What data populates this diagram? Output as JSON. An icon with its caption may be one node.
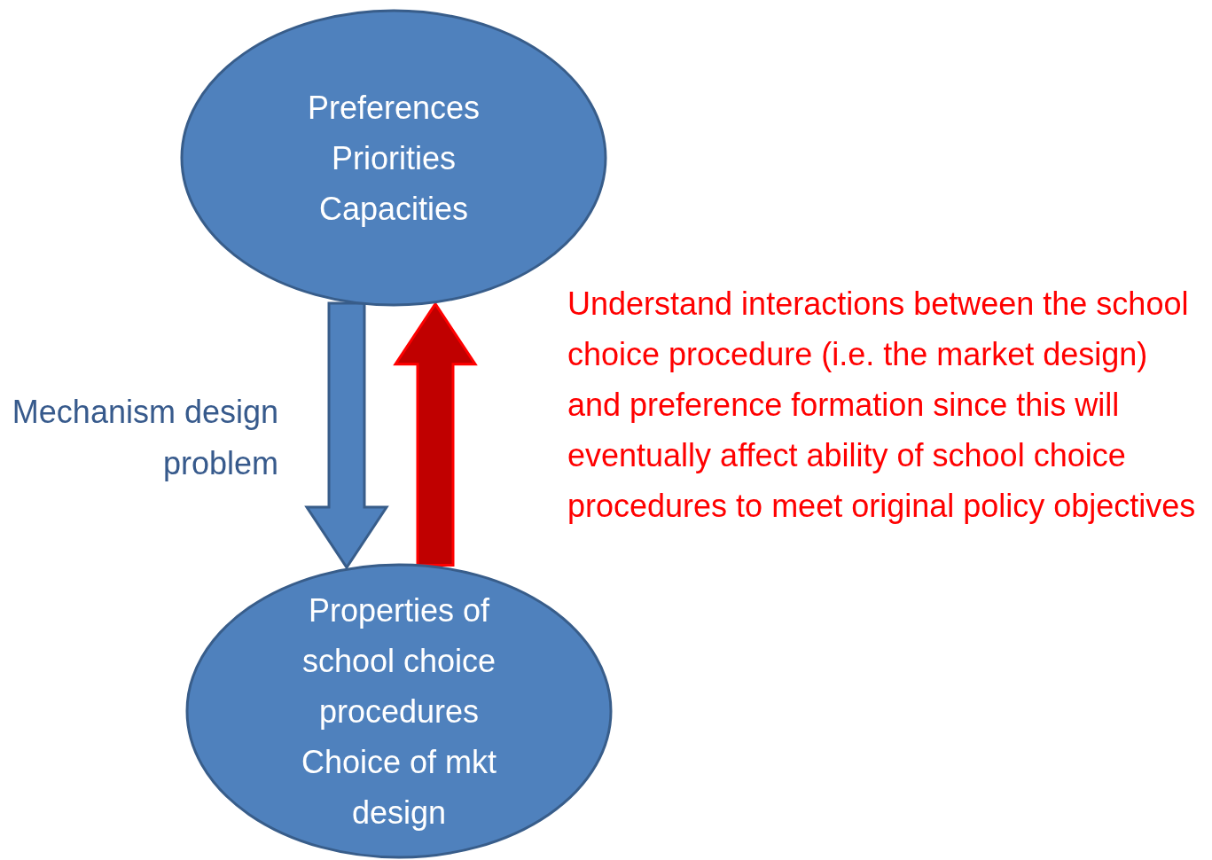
{
  "diagram": {
    "nodes": [
      {
        "text": [
          "Preferences",
          "Priorities",
          "Capacities"
        ]
      },
      {
        "text": [
          "Properties of school choice procedures",
          "Choice of mkt design"
        ]
      }
    ],
    "edges": [
      {
        "from": 0,
        "to": 1,
        "arrow": "to",
        "style": "thick",
        "color": "#4f81bd",
        "label": "Mechanism design problem"
      },
      {
        "from": 1,
        "to": 0,
        "arrow": "to",
        "style": "thick",
        "color": "#c00000",
        "label": "Understand interactions between the school choice procedure (i.e. the market design) and preference formation since this will eventually affect ability of school choice procedures to meet original policy objectives"
      }
    ]
  }
}
